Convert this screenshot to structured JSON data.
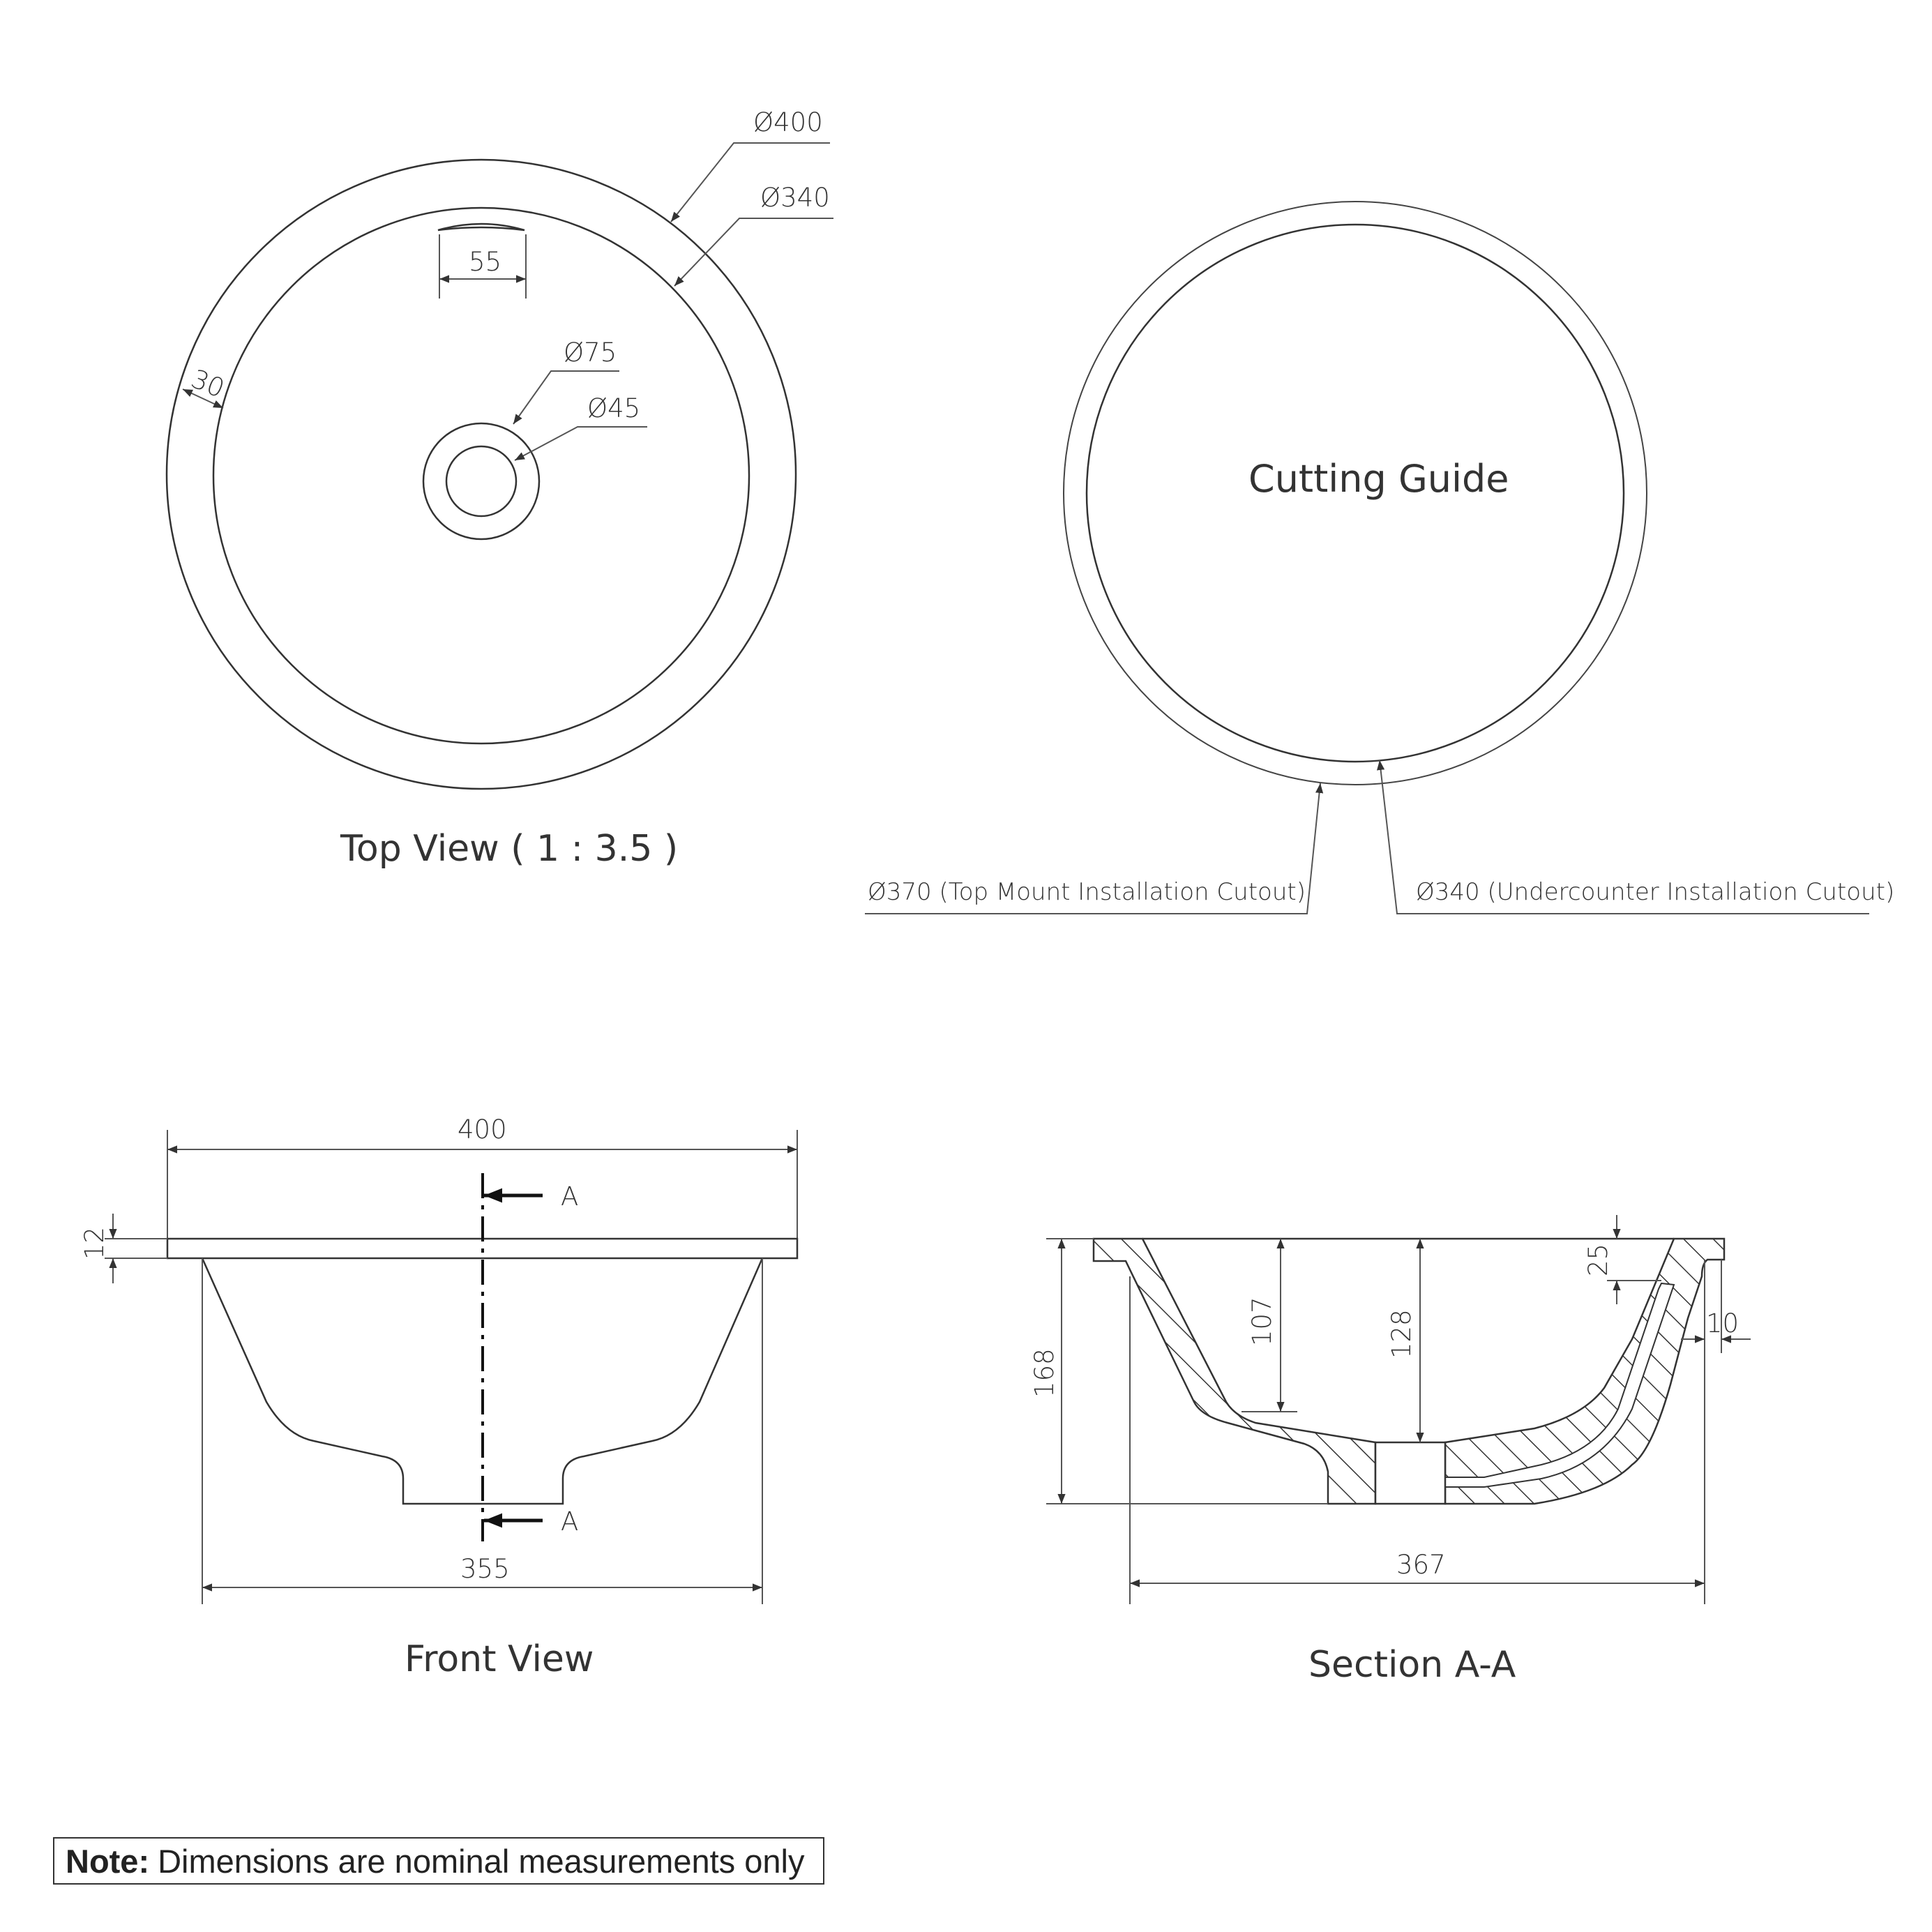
{
  "top_view": {
    "title": "Top View ( 1 : 3.5 )",
    "dim_outer": "Ø400",
    "dim_inner": "Ø340",
    "dim_rim": "30",
    "dim_overflow": "55",
    "dim_drain_outer": "Ø75",
    "dim_drain_inner": "Ø45"
  },
  "cutting_guide": {
    "title": "Cutting Guide",
    "top_mount": "Ø370 (Top Mount Installation Cutout)",
    "undercounter": "Ø340 (Undercounter Installation Cutout)"
  },
  "front_view": {
    "title": "Front View",
    "dim_width": "400",
    "dim_rim": "12",
    "dim_base": "355",
    "section_marker_top": "A",
    "section_marker_bottom": "A"
  },
  "section": {
    "title": "Section A-A",
    "dim_height": "168",
    "dim_depth_a": "107",
    "dim_depth_b": "128",
    "dim_lip": "25",
    "dim_wall": "10",
    "dim_width": "367"
  },
  "note": {
    "label": "Note:",
    "text": "Dimensions are nominal measurements only"
  }
}
